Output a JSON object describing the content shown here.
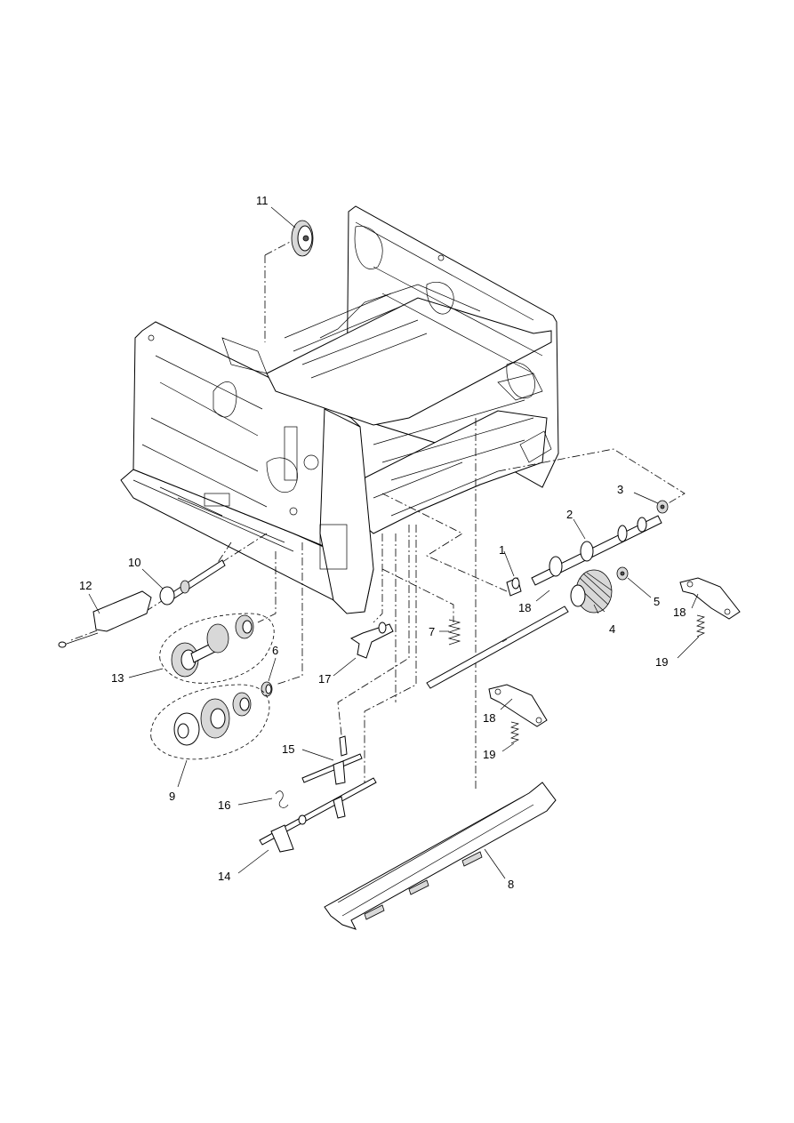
{
  "labels": {
    "p1": "1",
    "p2": "2",
    "p3": "3",
    "p4": "4",
    "p5": "5",
    "p6": "6",
    "p7": "7",
    "p8": "8",
    "p9": "9",
    "p10": "10",
    "p11": "11",
    "p12": "12",
    "p13": "13",
    "p14": "14",
    "p15": "15",
    "p16": "16",
    "p17": "17",
    "p18a": "18",
    "p18b": "18",
    "p18c": "18",
    "p19a": "19",
    "p19b": "19"
  }
}
